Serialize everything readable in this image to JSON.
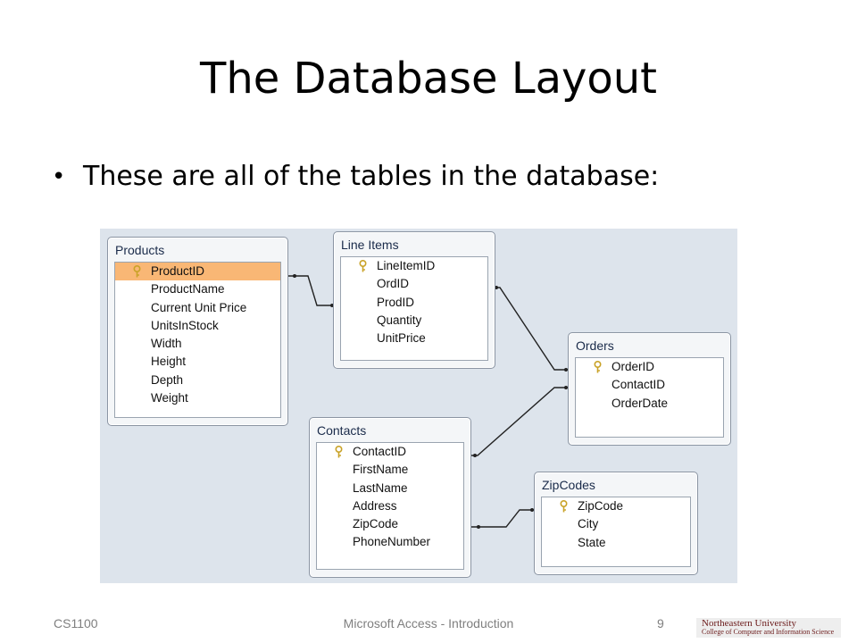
{
  "slide": {
    "title": "The Database Layout",
    "bullet": "These are all of the tables in the database:"
  },
  "tables": {
    "products": {
      "title": "Products",
      "fields": [
        "ProductID",
        "ProductName",
        "Current Unit Price",
        "UnitsInStock",
        "Width",
        "Height",
        "Depth",
        "Weight"
      ]
    },
    "lineitems": {
      "title": "Line Items",
      "fields": [
        "LineItemID",
        "OrdID",
        "ProdID",
        "Quantity",
        "UnitPrice"
      ]
    },
    "orders": {
      "title": "Orders",
      "fields": [
        "OrderID",
        "ContactID",
        "OrderDate"
      ]
    },
    "contacts": {
      "title": "Contacts",
      "fields": [
        "ContactID",
        "FirstName",
        "LastName",
        "Address",
        "ZipCode",
        "PhoneNumber"
      ]
    },
    "zipcodes": {
      "title": "ZipCodes",
      "fields": [
        "ZipCode",
        "City",
        "State"
      ]
    }
  },
  "footer": {
    "course": "CS1100",
    "topic": "Microsoft Access - Introduction",
    "page": "9",
    "logo_line1": "Northeastern University",
    "logo_line2": "College of Computer and Information Science"
  },
  "colors": {
    "selected_row": "#f9b775",
    "canvas": "#dde4ec",
    "key_icon": "#c9a227"
  }
}
